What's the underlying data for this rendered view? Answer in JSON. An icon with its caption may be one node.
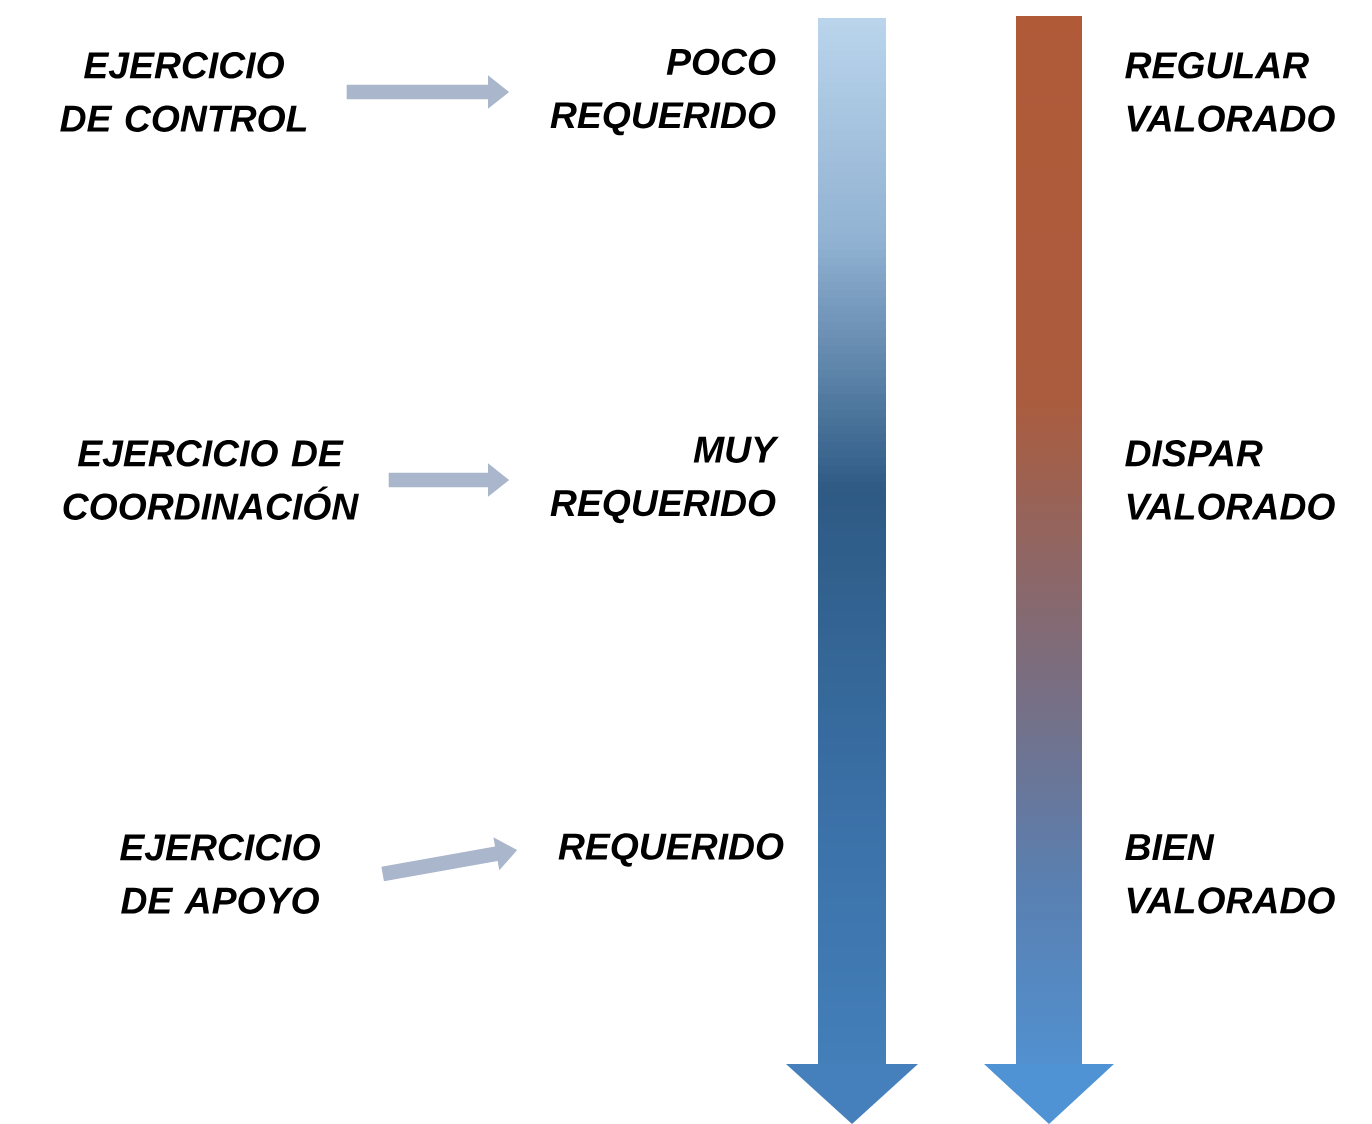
{
  "diagram": {
    "nodes": [
      {
        "text": [
          "EJERCICIO DE CONTROL"
        ]
      },
      {
        "text": [
          "POCO REQUERIDO"
        ]
      },
      {
        "text": [
          "EJERCICIO DE COORDINACIÓN"
        ]
      },
      {
        "text": [
          "MUY REQUERIDO"
        ]
      },
      {
        "text": [
          "EJERCICIO DE APOYO"
        ]
      },
      {
        "text": [
          "REQUERIDO"
        ]
      }
    ],
    "edges": [
      {
        "from": 0,
        "to": 1,
        "arrow": "to"
      },
      {
        "from": 2,
        "to": 3,
        "arrow": "to"
      },
      {
        "from": 4,
        "to": 5,
        "arrow": "to"
      }
    ],
    "labels": [
      "REGULAR VALORADO",
      "DISPAR VALORADO",
      "BIEN VALORADO"
    ]
  }
}
